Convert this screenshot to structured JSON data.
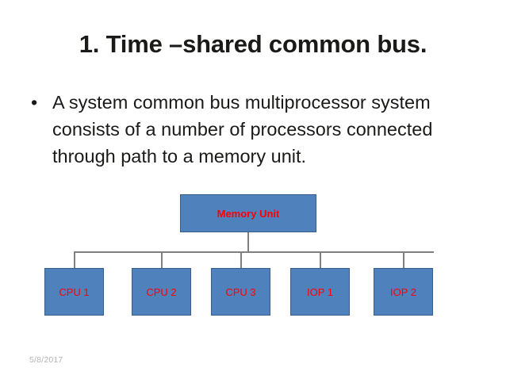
{
  "slide": {
    "title": "1. Time –shared common bus.",
    "body": [
      "A system common bus multiprocessor system consists of a number of processors connected through path to a memory unit."
    ],
    "bullet_glyph": "•",
    "footer_date": "5/8/2017",
    "colors": {
      "box_fill": "#4F81BD",
      "box_border": "#385D8A",
      "box_text": "#FF0000",
      "title_text": "#1A1A18",
      "body_text": "#1A1A18",
      "connector": "#808080",
      "footer_text": "#B3B3B3",
      "background": "#FFFFFF"
    }
  },
  "diagram": {
    "root": {
      "label": "Memory Unit"
    },
    "children": [
      {
        "label": "CPU 1"
      },
      {
        "label": "CPU 2"
      },
      {
        "label": "CPU 3"
      },
      {
        "label": "IOP 1"
      },
      {
        "label": "IOP 2"
      }
    ]
  }
}
